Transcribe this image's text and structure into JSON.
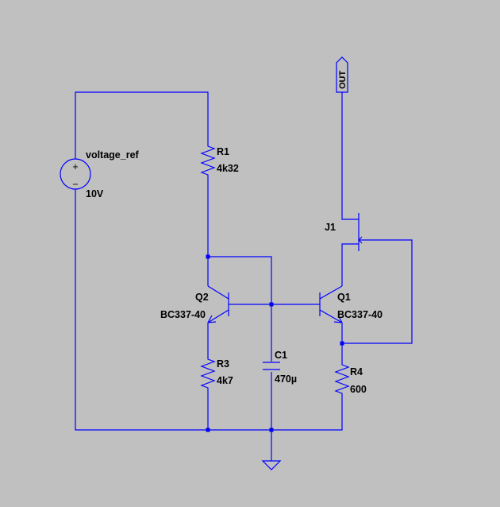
{
  "schematic": {
    "voltage_source": {
      "name": "voltage_ref",
      "value": "10V",
      "plus": "+",
      "minus": "−"
    },
    "R1": {
      "name": "R1",
      "value": "4k32"
    },
    "R3": {
      "name": "R3",
      "value": "4k7"
    },
    "R4": {
      "name": "R4",
      "value": "600"
    },
    "C1": {
      "name": "C1",
      "value": "470µ"
    },
    "Q1": {
      "name": "Q1",
      "value": "BC337-40"
    },
    "Q2": {
      "name": "Q2",
      "value": "BC337-40"
    },
    "J1": {
      "name": "J1"
    },
    "out_port": {
      "label": "OUT"
    }
  },
  "colors": {
    "background": "#c0c0c0",
    "wire": "#0000ff",
    "text": "#000000"
  }
}
